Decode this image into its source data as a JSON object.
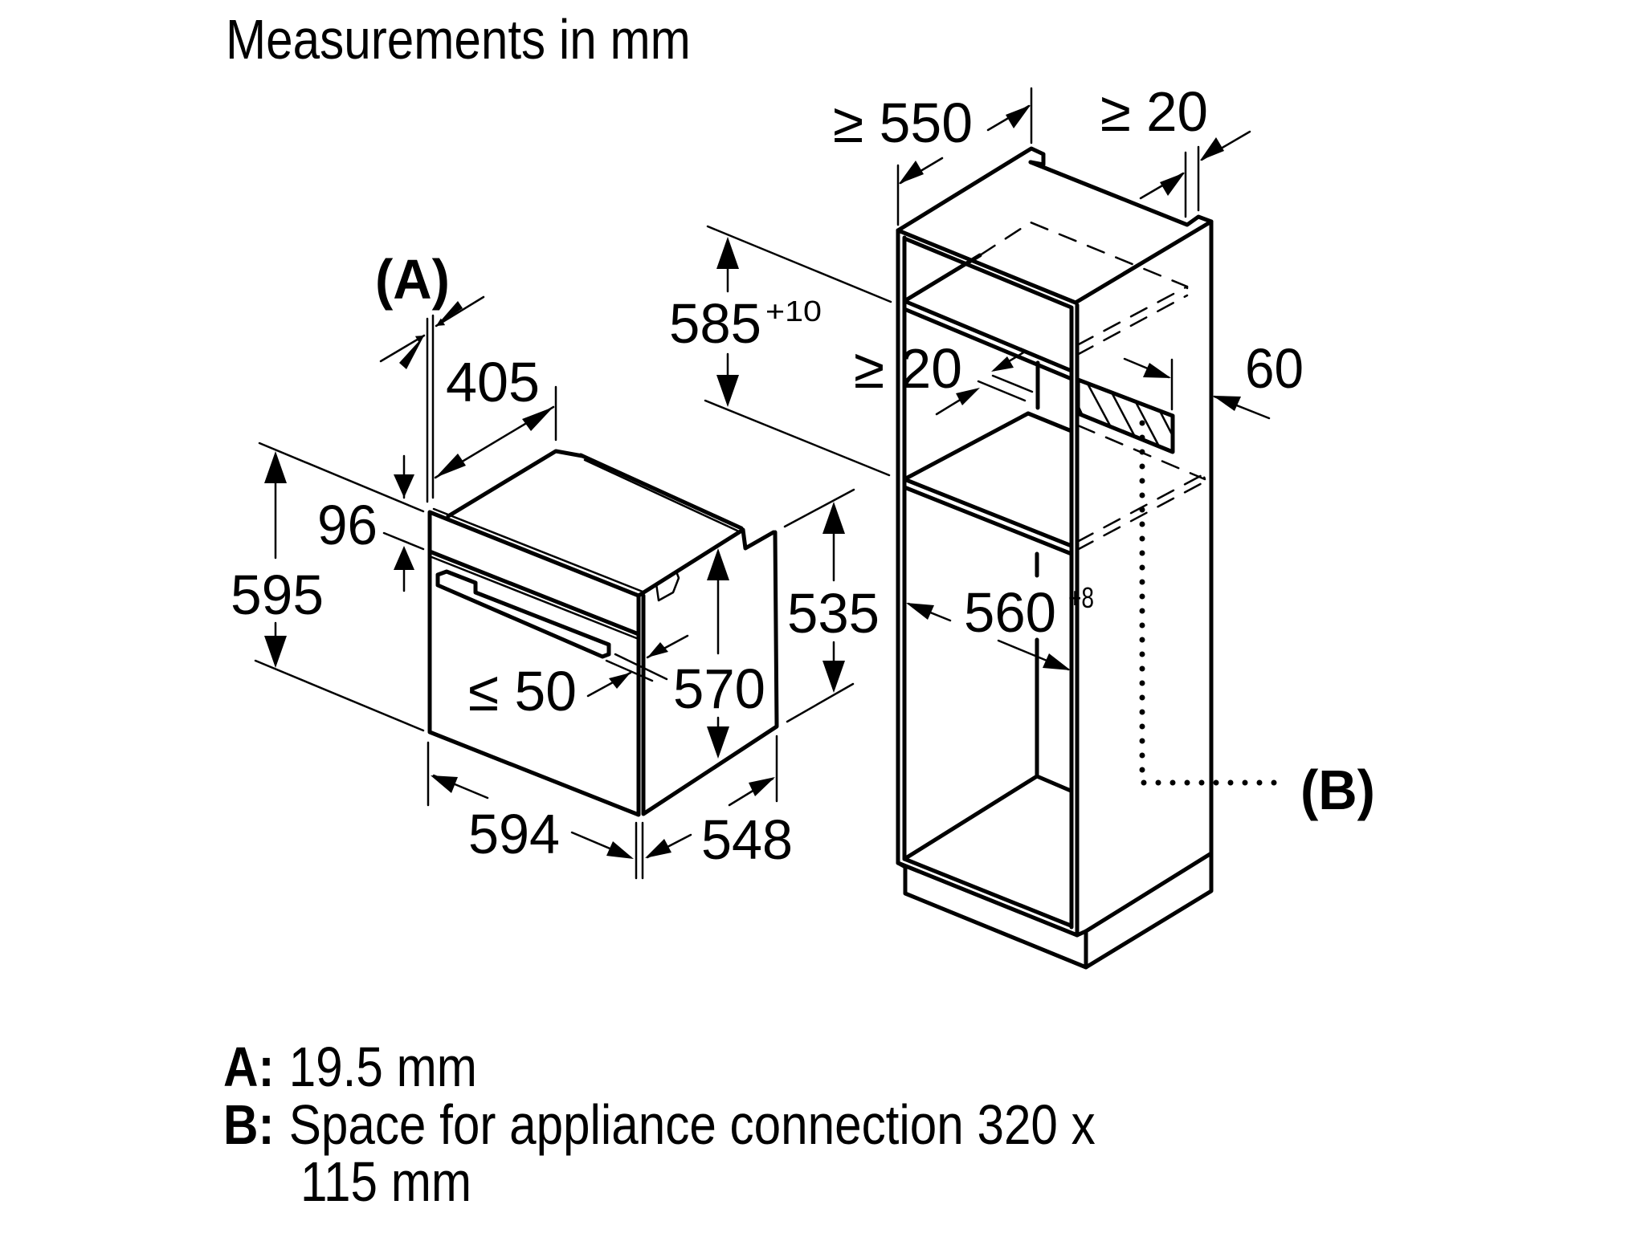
{
  "title": "Measurements in mm",
  "oven": {
    "dimensions": {
      "gap_a_label": "(A)",
      "depth_top": "405",
      "panel_height": "96",
      "total_height": "595",
      "front_gap": "≤ 50",
      "body_height": "570",
      "side_height": "535",
      "width": "594",
      "depth": "548"
    }
  },
  "cabinet": {
    "dimensions": {
      "min_depth": "≥ 550",
      "min_rear_gap": "≥ 20",
      "niche_height": "585",
      "niche_height_tolerance": "+10",
      "min_vent_gap": "≥ 20",
      "vent_depth": "60",
      "niche_width": "560",
      "niche_width_tolerance": "+8",
      "connection_label": "(B)"
    }
  },
  "legend": [
    {
      "key": "A:",
      "text": "19.5 mm"
    },
    {
      "key": "B:",
      "text": "Space for appliance connection 320 x",
      "continuation": "115 mm"
    }
  ]
}
